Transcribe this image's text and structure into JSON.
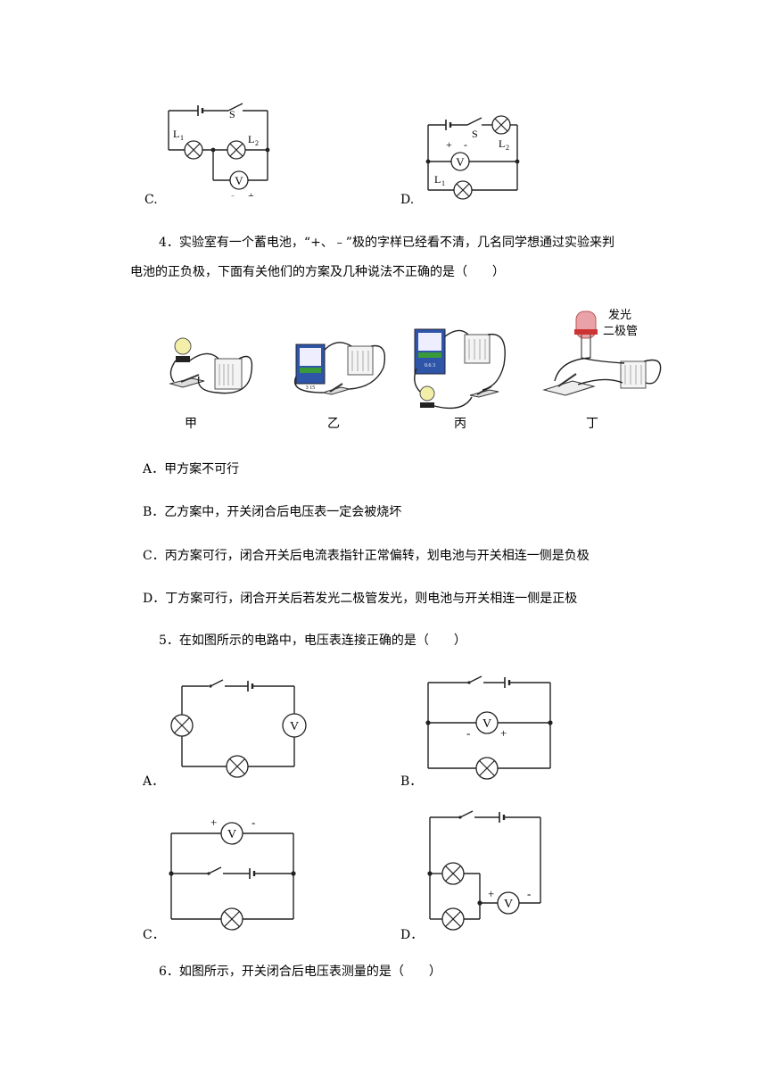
{
  "q3": {
    "optC": "C.",
    "optD": "D.",
    "c_labels": {
      "s": "S",
      "l1": "L",
      "l1_sub": "1",
      "l2": "L",
      "l2_sub": "2",
      "v": "V",
      "minus": "-",
      "plus": "+"
    },
    "d_labels": {
      "s": "S",
      "l1": "L",
      "l1_sub": "1",
      "l2": "L",
      "l2_sub": "2",
      "v": "V",
      "minus": "-",
      "plus": "+"
    }
  },
  "q4": {
    "line1": "4．实验室有一个蓄电池，“+、﹣”极的字样已经看不清，几名同学想通过实验来判",
    "line2": "电池的正负极，下面有关他们的方案及几种说法不正确的是（　　）",
    "fig_labels": [
      "甲",
      "乙",
      "丙",
      "丁"
    ],
    "led_label_1": "发光",
    "led_label_2": "二极管",
    "meter_scale_b": "3 15",
    "meter_scale_c": "0.6 3",
    "options": [
      "A．甲方案不可行",
      "B．乙方案中，开关闭合后电压表一定会被烧坏",
      "C．丙方案可行，闭合开关后电流表指针正常偏转，划电池与开关相连一侧是负极",
      "D．丁方案可行，闭合开关后若发光二极管发光，则电池与开关相连一侧是正极"
    ]
  },
  "q5": {
    "stem": "5．在如图所示的电路中，电压表连接正确的是（　　）",
    "optA": "A．",
    "optB": "B．",
    "optC": "C．",
    "optD": "D．",
    "v": "V",
    "minus": "-",
    "plus": "+"
  },
  "q6": {
    "stem": "6．如图所示，开关闭合后电压表测量的是（　　）"
  }
}
